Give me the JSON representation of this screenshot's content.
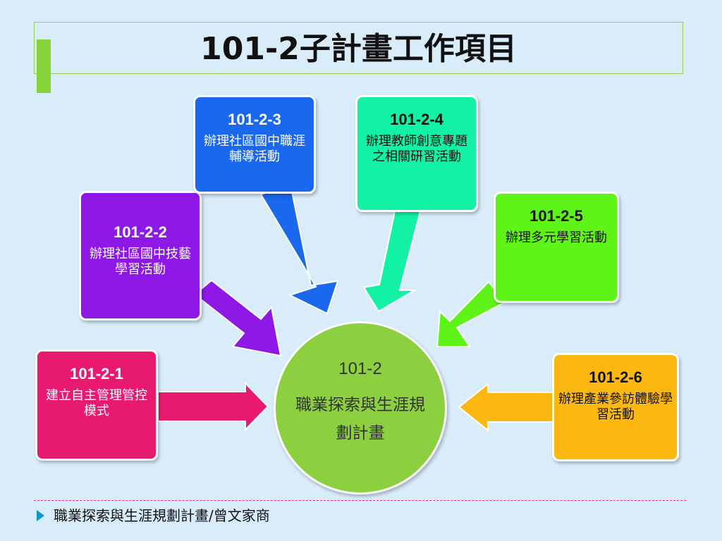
{
  "title": "101-2子計畫工作項目",
  "center": {
    "code": "101-2",
    "title": "職業探索與生涯規劃計畫",
    "color": "#8ccf3f"
  },
  "items": [
    {
      "code": "101-2-1",
      "desc": "建立自主管理管控模式",
      "color": "#e81a70"
    },
    {
      "code": "101-2-2",
      "desc": "辦理社區國中技藝學習活動",
      "color": "#8e18e6"
    },
    {
      "code": "101-2-3",
      "desc": "辦理社區國中職涯輔導活動",
      "color": "#1a68ee"
    },
    {
      "code": "101-2-4",
      "desc": "辦理教師創意專題之相關研習活動",
      "color": "#12f2a4"
    },
    {
      "code": "101-2-5",
      "desc": "辦理多元學習活動",
      "color": "#5ef418"
    },
    {
      "code": "101-2-6",
      "desc": "辦理產業參訪體驗學習活動",
      "color": "#fcb811"
    }
  ],
  "footer": "職業探索與生涯規劃計畫/曾文家商"
}
